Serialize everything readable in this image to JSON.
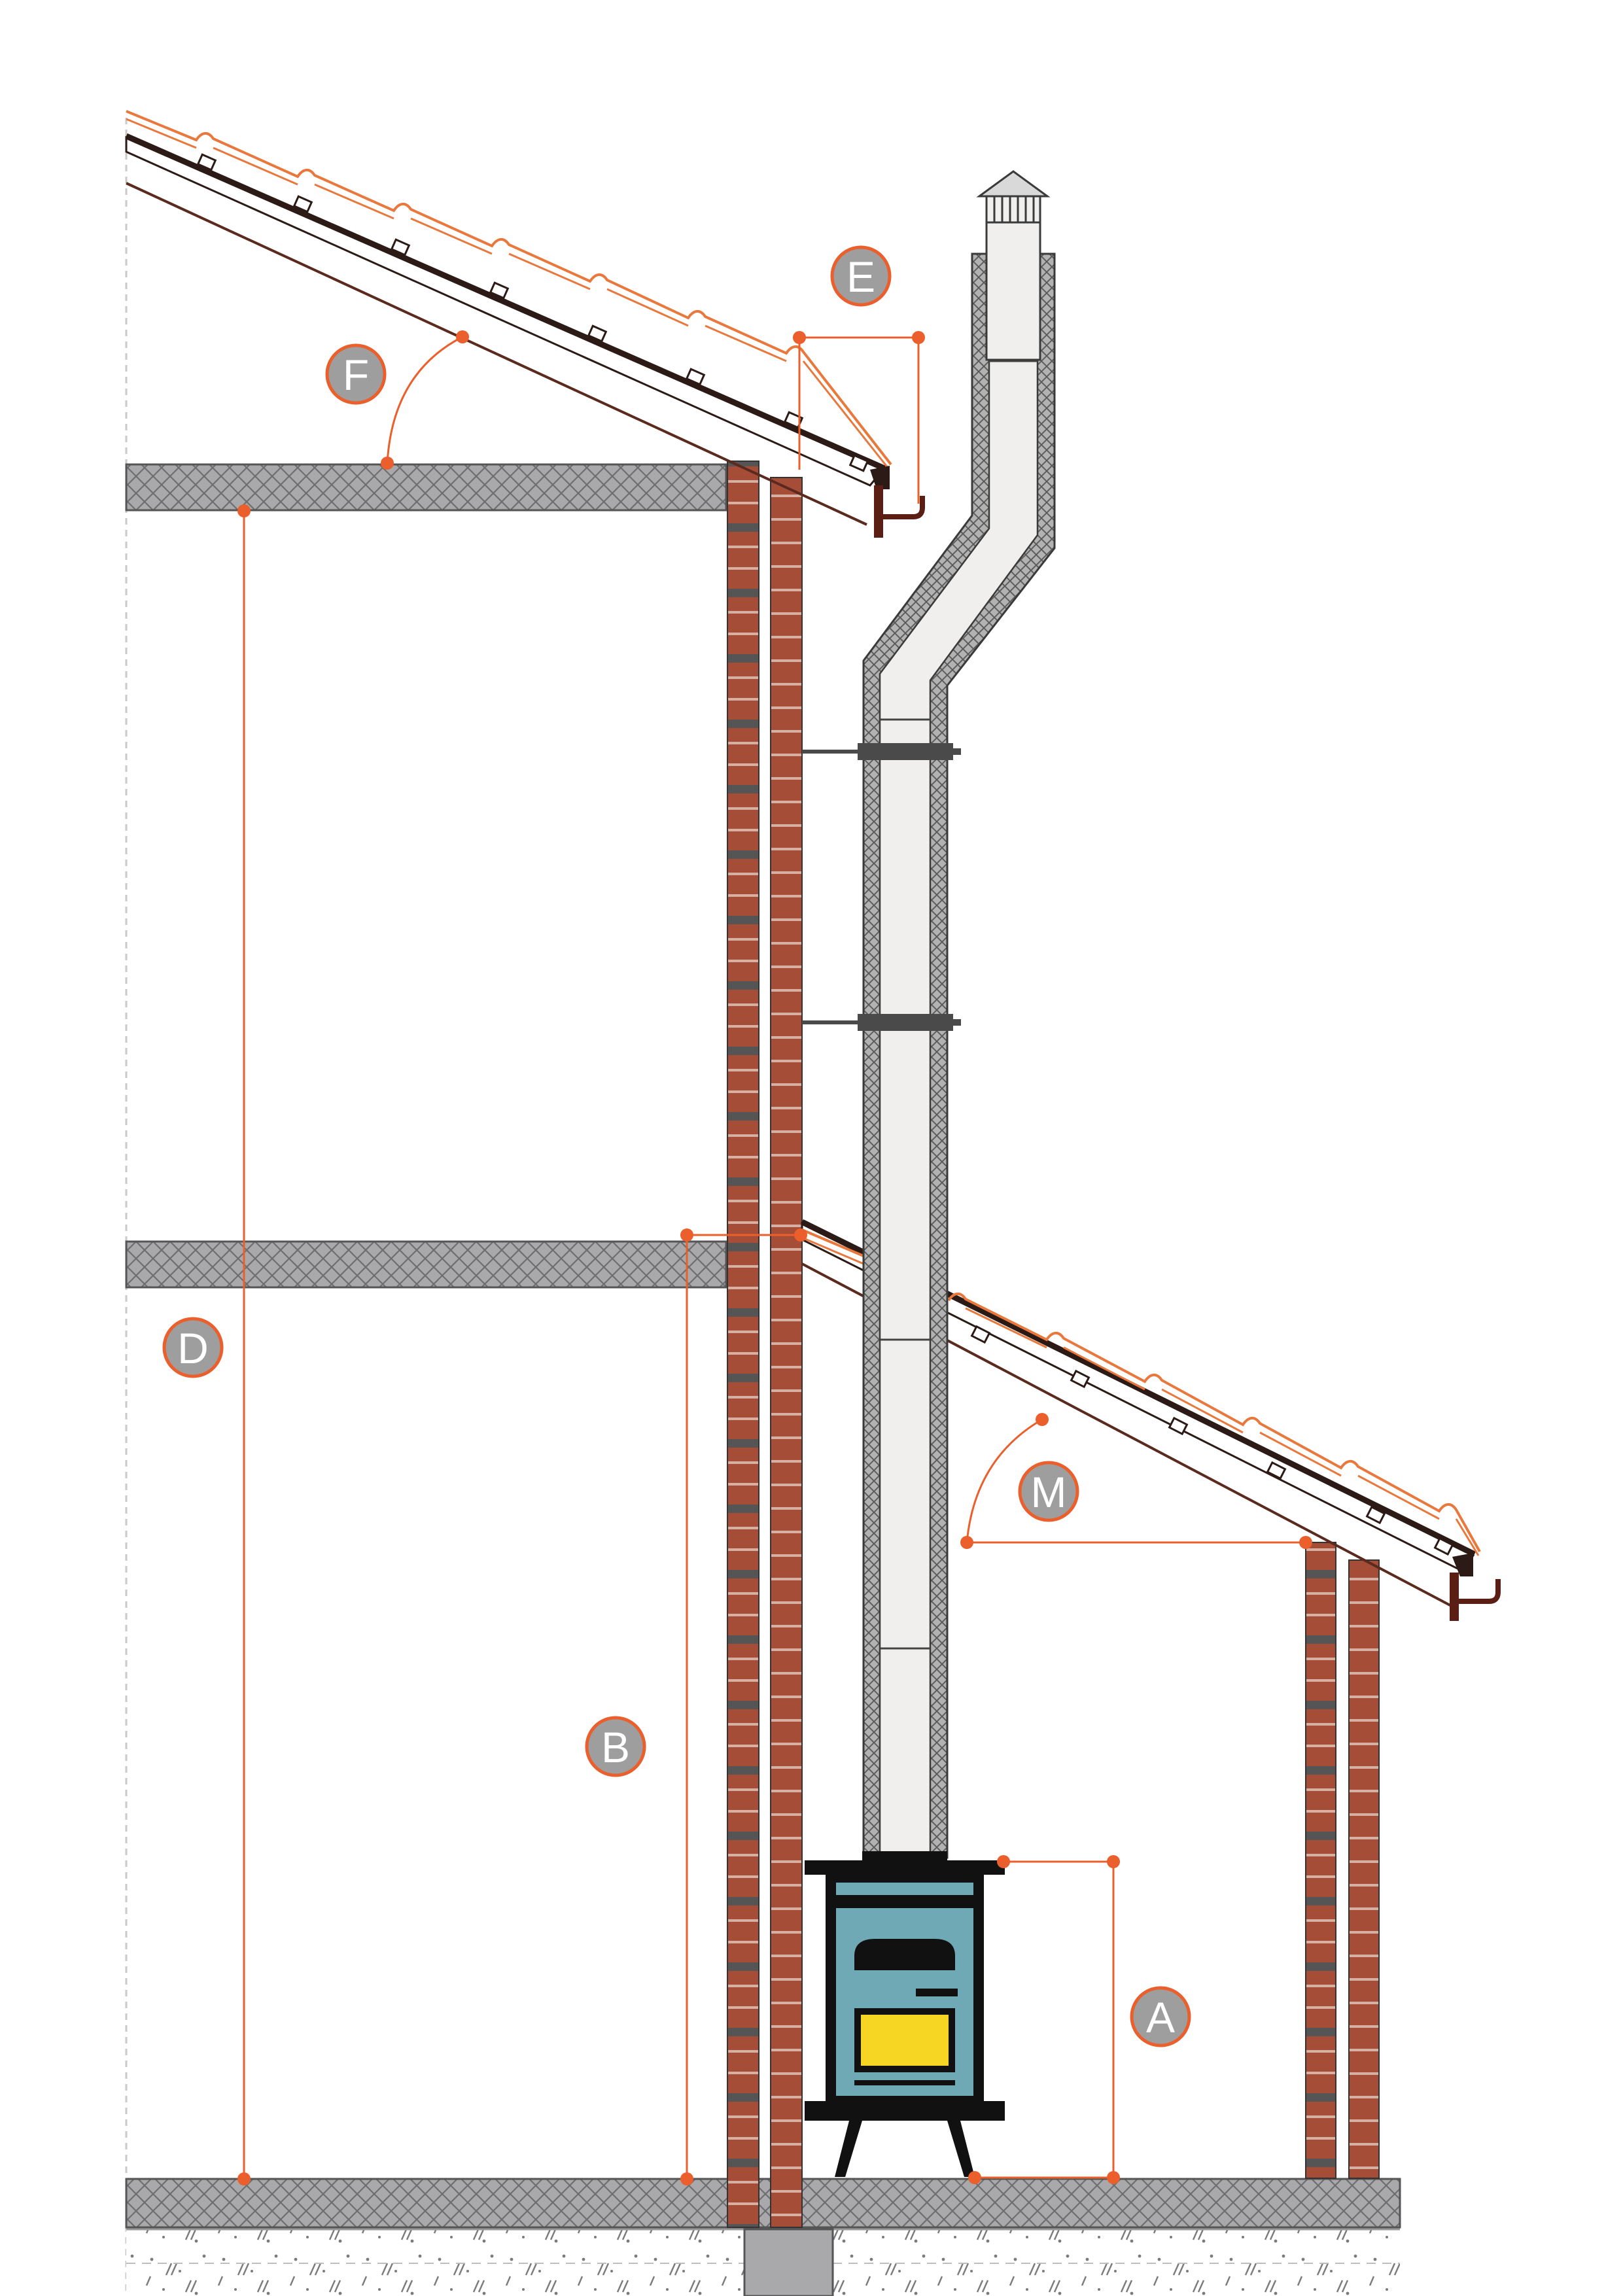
{
  "labels": {
    "A": "A",
    "B": "B",
    "D": "D",
    "E": "E",
    "F": "F",
    "M": "M"
  },
  "colors": {
    "brick": "#a64d38",
    "mortar": "#555555",
    "slab_fill": "#a9a9ab",
    "slab_hatch": "#777777",
    "dimension": "#ea5f2c",
    "tile": "#e8783c",
    "roof_line": "#2b1a15",
    "gutter": "#5a1e14",
    "flue_inner": "#f0efed",
    "insulation": "#8f8f8f",
    "stove_body": "#6fa9b6",
    "stove_black": "#111111",
    "fire_window": "#f6d623",
    "label_badge": "#9e9e9e"
  },
  "icons": {
    "stove": "wood-stove-icon",
    "chimney_cap": "chimney-cap-icon"
  }
}
